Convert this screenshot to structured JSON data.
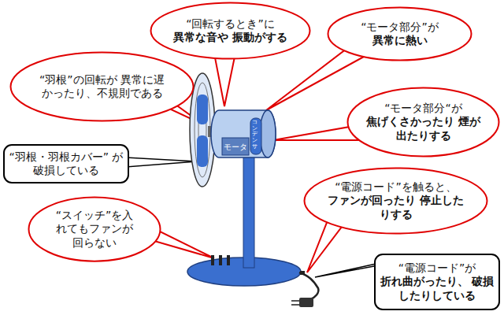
{
  "diagram": {
    "nodes": [
      {
        "text": [
          "“回転するとき”に",
          "異常な音や 振動がする"
        ]
      },
      {
        "text": [
          "“モータ部分”が",
          "異常に熱い"
        ]
      },
      {
        "text": [
          "“羽根”の回転が 異常に遅かったり、不規則である"
        ]
      },
      {
        "text": [
          "“モータ部分“が",
          "焦げくさかったり 煙が出たりする"
        ]
      },
      {
        "text": [
          "“羽根・羽根カバー” が破損している"
        ]
      },
      {
        "text": [
          "“電源コード”を触ると、",
          "ファンが回ったり 停止したりする"
        ]
      },
      {
        "text": [
          "“スイッチ”を入 れてもファンが 回らない"
        ]
      },
      {
        "text": [
          "“電源コード”が",
          "折れ曲がったり、 破損したりしている"
        ]
      }
    ],
    "labels": [
      "モータ",
      "コンデンサ"
    ]
  }
}
